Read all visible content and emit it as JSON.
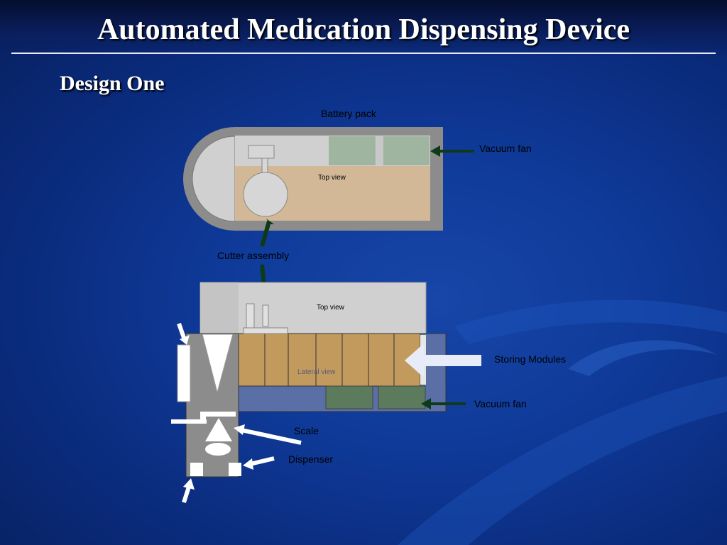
{
  "slide": {
    "title": "Automated Medication Dispensing Device",
    "subtitle": "Design One"
  },
  "diagram": {
    "top_view": {
      "view_label": "Top view",
      "battery_pack_label": "Battery pack",
      "vacuum_fan_label": "Vacuum fan"
    },
    "cutter_assembly_label": "Cutter assembly",
    "lateral_unit": {
      "top_view_label": "Top view",
      "lateral_view_label": "Lateral view",
      "storing_modules_label": "Storing Modules",
      "vacuum_fan_label": "Vacuum fan",
      "scale_label": "Scale",
      "dispenser_label": "Dispenser"
    }
  },
  "colors": {
    "background": "#0f3a99",
    "housing_gray": "#8c8c8c",
    "light_gray": "#d0d0d0",
    "tan_tray": "#d2b896",
    "storage_module": "#c29a5e",
    "fan_green": "#5c7a5c",
    "fan_arrow": "#0d3b1a",
    "lateral_blue": "#5a6fa6"
  }
}
